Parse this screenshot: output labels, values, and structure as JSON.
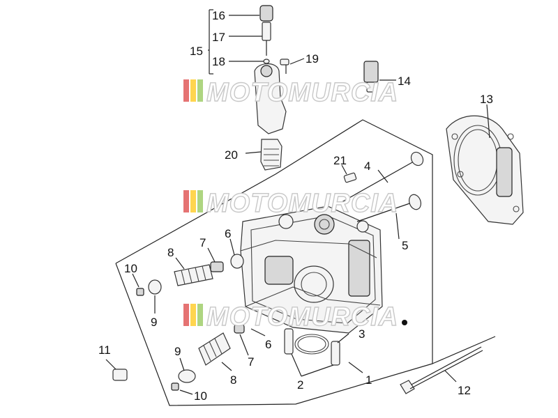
{
  "watermark": {
    "text": "MOTOMURCIA",
    "colors": [
      "#e57373",
      "#ffd54f",
      "#aed581"
    ]
  },
  "labels": {
    "p1": "1",
    "p2": "2",
    "p3": "3",
    "p4": "4",
    "p5": "5",
    "p6a": "6",
    "p6b": "6",
    "p7a": "7",
    "p7b": "7",
    "p8a": "8",
    "p8b": "8",
    "p9a": "9",
    "p9b": "9",
    "p10a": "10",
    "p10b": "10",
    "p11": "11",
    "p12": "12",
    "p13": "13",
    "p14": "14",
    "p15": "15",
    "p16": "16",
    "p17": "17",
    "p18": "18",
    "p19": "19",
    "p20": "20",
    "p21": "21"
  }
}
